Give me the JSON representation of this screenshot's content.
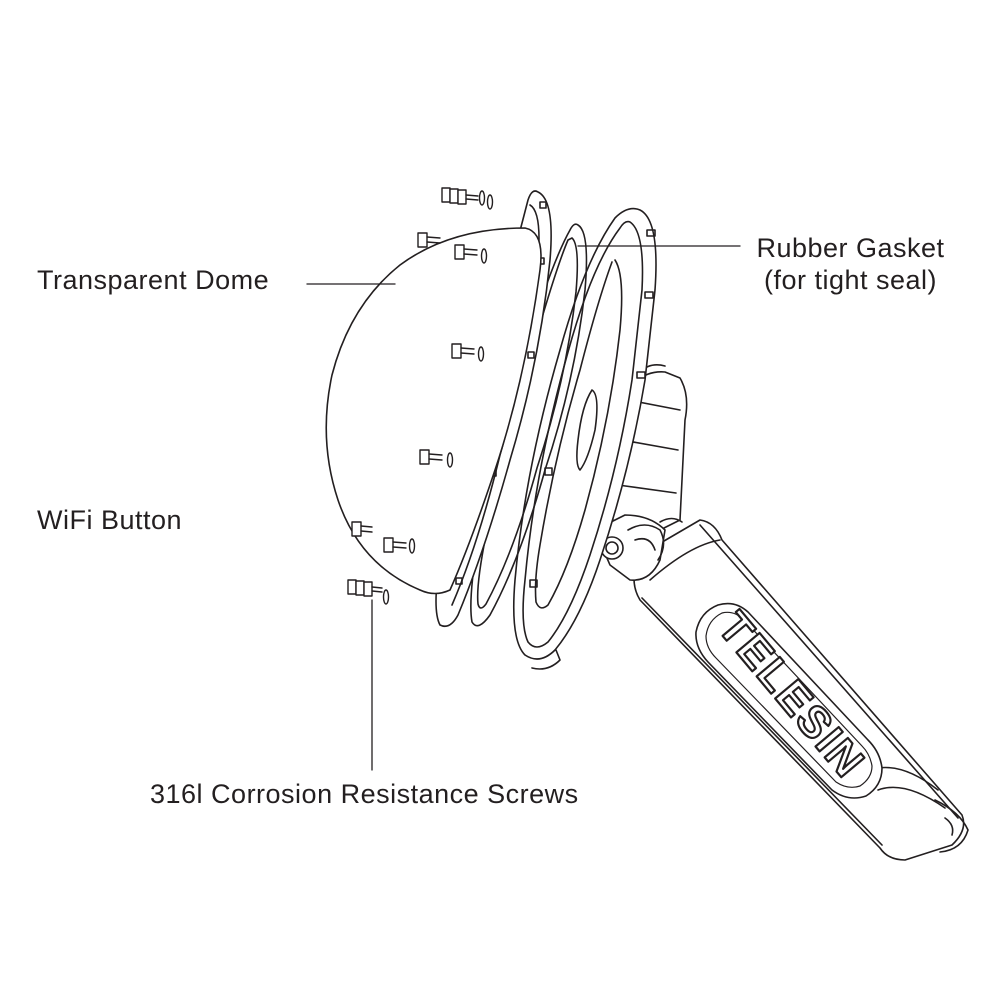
{
  "labels": {
    "transparent_dome": "Transparent Dome",
    "rubber_gasket_line1": "Rubber Gasket",
    "rubber_gasket_line2": "(for tight seal)",
    "wifi_button": "WiFi Button",
    "screws": "316l Corrosion Resistance Screws"
  },
  "brand": {
    "handle_logo": "TELESIN"
  },
  "colors": {
    "line": "#231f20",
    "fill": "#ffffff"
  }
}
